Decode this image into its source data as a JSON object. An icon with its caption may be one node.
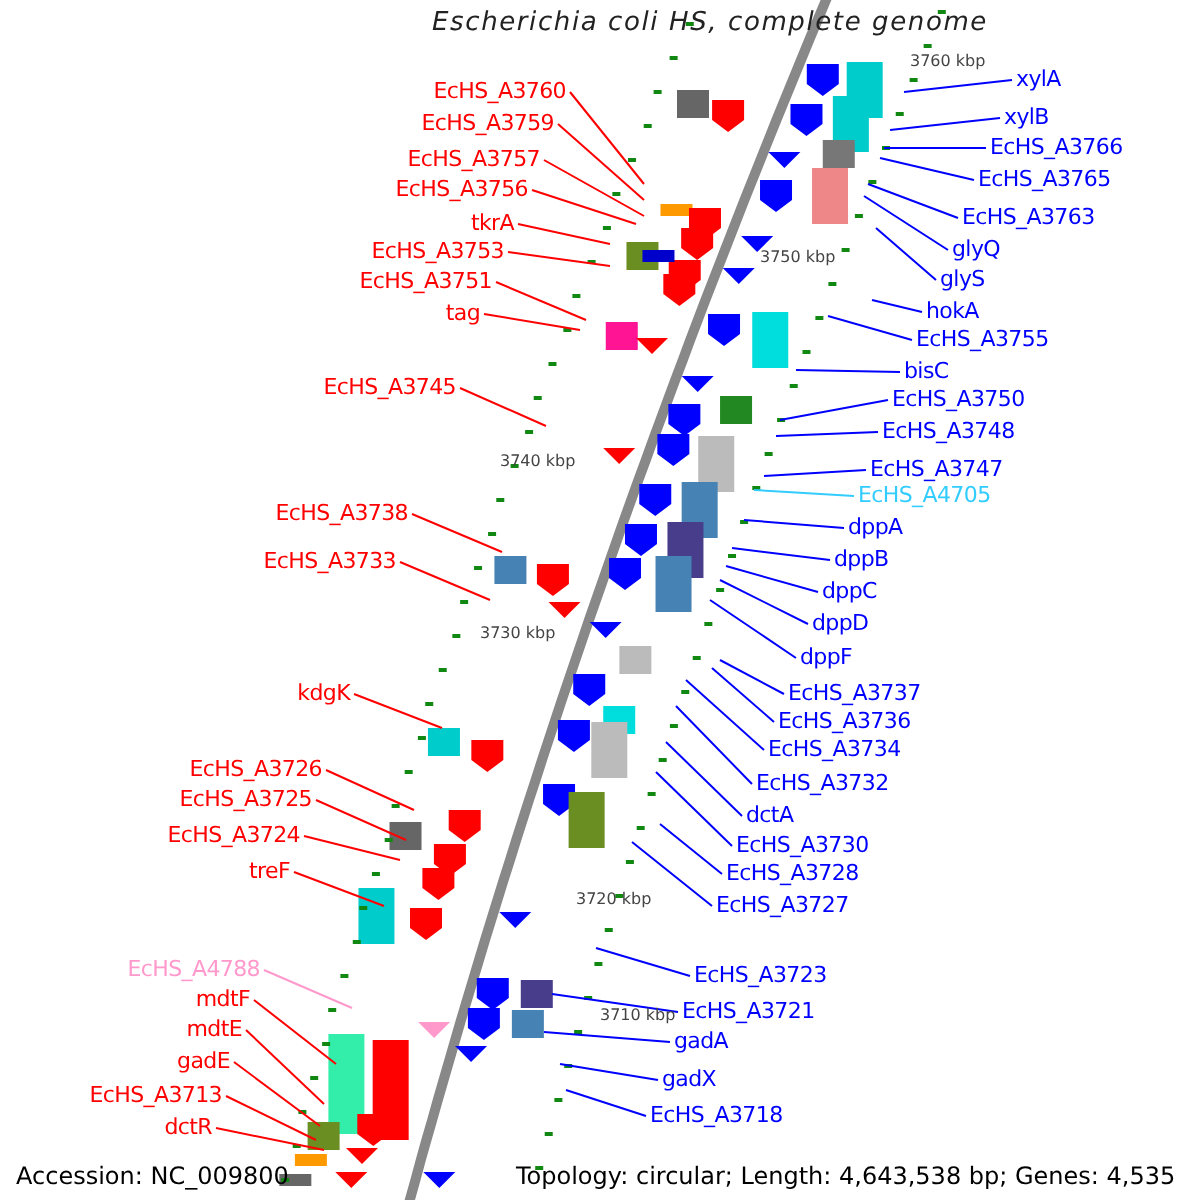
{
  "diagram": {
    "title": "Escherichia coli HS, complete genome",
    "nodes": [
      {
        "text": [
          "EcHS_A3760"
        ]
      },
      {
        "text": [
          "EcHS_A3759"
        ]
      },
      {
        "text": [
          "EcHS_A3757"
        ]
      },
      {
        "text": [
          "EcHS_A3756"
        ]
      },
      {
        "text": [
          "tkrA"
        ]
      },
      {
        "text": [
          "EcHS_A3753"
        ]
      },
      {
        "text": [
          "EcHS_A3751"
        ]
      },
      {
        "text": [
          "tag"
        ]
      },
      {
        "text": [
          "EcHS_A3745"
        ]
      },
      {
        "text": [
          "EcHS_A3738"
        ]
      },
      {
        "text": [
          "EcHS_A3733"
        ]
      },
      {
        "text": [
          "kdgK"
        ]
      },
      {
        "text": [
          "EcHS_A3726"
        ]
      },
      {
        "text": [
          "EcHS_A3725"
        ]
      },
      {
        "text": [
          "EcHS_A3724"
        ]
      },
      {
        "text": [
          "treF"
        ]
      },
      {
        "text": [
          "EcHS_A4788"
        ]
      },
      {
        "text": [
          "mdtF"
        ]
      },
      {
        "text": [
          "mdtE"
        ]
      },
      {
        "text": [
          "gadE"
        ]
      },
      {
        "text": [
          "EcHS_A3713"
        ]
      },
      {
        "text": [
          "dctR"
        ]
      },
      {
        "text": [
          "xylA"
        ]
      },
      {
        "text": [
          "xylB"
        ]
      },
      {
        "text": [
          "EcHS_A3766"
        ]
      },
      {
        "text": [
          "EcHS_A3765"
        ]
      },
      {
        "text": [
          "EcHS_A3763"
        ]
      },
      {
        "text": [
          "glyQ"
        ]
      },
      {
        "text": [
          "glyS"
        ]
      },
      {
        "text": [
          "hokA"
        ]
      },
      {
        "text": [
          "EcHS_A3755"
        ]
      },
      {
        "text": [
          "bisC"
        ]
      },
      {
        "text": [
          "EcHS_A3750"
        ]
      },
      {
        "text": [
          "EcHS_A3748"
        ]
      },
      {
        "text": [
          "EcHS_A3747"
        ]
      },
      {
        "text": [
          "EcHS_A4705"
        ]
      },
      {
        "text": [
          "dppA"
        ]
      },
      {
        "text": [
          "dppB"
        ]
      },
      {
        "text": [
          "dppC"
        ]
      },
      {
        "text": [
          "dppD"
        ]
      },
      {
        "text": [
          "dppF"
        ]
      },
      {
        "text": [
          "EcHS_A3737"
        ]
      },
      {
        "text": [
          "EcHS_A3736"
        ]
      },
      {
        "text": [
          "EcHS_A3734"
        ]
      },
      {
        "text": [
          "EcHS_A3732"
        ]
      },
      {
        "text": [
          "dctA"
        ]
      },
      {
        "text": [
          "EcHS_A3730"
        ]
      },
      {
        "text": [
          "EcHS_A3728"
        ]
      },
      {
        "text": [
          "EcHS_A3727"
        ]
      },
      {
        "text": [
          "EcHS_A3723"
        ]
      },
      {
        "text": [
          "EcHS_A3721"
        ]
      },
      {
        "text": [
          "gadA"
        ]
      },
      {
        "text": [
          "gadX"
        ]
      },
      {
        "text": [
          "EcHS_A3718"
        ]
      }
    ],
    "edges": [
      {
        "from": 0,
        "to": null,
        "arrow": "none",
        "color": "#ff0000"
      },
      {
        "from": 1,
        "to": null,
        "arrow": "none",
        "color": "#ff0000"
      },
      {
        "from": 2,
        "to": null,
        "arrow": "none",
        "color": "#ff0000"
      },
      {
        "from": 3,
        "to": null,
        "arrow": "none",
        "color": "#ff0000"
      },
      {
        "from": 4,
        "to": null,
        "arrow": "none",
        "color": "#ff0000"
      },
      {
        "from": 5,
        "to": null,
        "arrow": "none",
        "color": "#ff0000"
      },
      {
        "from": 6,
        "to": null,
        "arrow": "none",
        "color": "#ff0000"
      },
      {
        "from": 7,
        "to": null,
        "arrow": "none",
        "color": "#ff0000"
      },
      {
        "from": 8,
        "to": null,
        "arrow": "none",
        "color": "#ff0000"
      },
      {
        "from": 9,
        "to": null,
        "arrow": "none",
        "color": "#ff0000"
      },
      {
        "from": 10,
        "to": null,
        "arrow": "none",
        "color": "#ff0000"
      },
      {
        "from": 11,
        "to": null,
        "arrow": "none",
        "color": "#ff0000"
      },
      {
        "from": 12,
        "to": null,
        "arrow": "none",
        "color": "#ff0000"
      },
      {
        "from": 13,
        "to": null,
        "arrow": "none",
        "color": "#ff0000"
      },
      {
        "from": 14,
        "to": null,
        "arrow": "none",
        "color": "#ff0000"
      },
      {
        "from": 15,
        "to": null,
        "arrow": "none",
        "color": "#ff0000"
      },
      {
        "from": 16,
        "to": null,
        "arrow": "none",
        "color": "#ff99cc"
      },
      {
        "from": 17,
        "to": null,
        "arrow": "none",
        "color": "#ff0000"
      },
      {
        "from": 18,
        "to": null,
        "arrow": "none",
        "color": "#ff0000"
      },
      {
        "from": 19,
        "to": null,
        "arrow": "none",
        "color": "#ff0000"
      },
      {
        "from": 20,
        "to": null,
        "arrow": "none",
        "color": "#ff0000"
      },
      {
        "from": 21,
        "to": null,
        "arrow": "none",
        "color": "#ff0000"
      },
      {
        "from": 22,
        "to": null,
        "arrow": "none"
      },
      {
        "from": 23,
        "to": null,
        "arrow": "none"
      },
      {
        "from": 24,
        "to": null,
        "arrow": "none"
      },
      {
        "from": 25,
        "to": null,
        "arrow": "none"
      },
      {
        "from": 26,
        "to": null,
        "arrow": "none"
      },
      {
        "from": 27,
        "to": null,
        "arrow": "none"
      },
      {
        "from": 28,
        "to": null,
        "arrow": "none"
      },
      {
        "from": 29,
        "to": null,
        "arrow": "none"
      },
      {
        "from": 30,
        "to": null,
        "arrow": "none"
      },
      {
        "from": 31,
        "to": null,
        "arrow": "none"
      },
      {
        "from": 32,
        "to": null,
        "arrow": "none"
      },
      {
        "from": 33,
        "to": null,
        "arrow": "none"
      },
      {
        "from": 34,
        "to": null,
        "arrow": "none"
      },
      {
        "from": 35,
        "to": null,
        "arrow": "none",
        "color": "#33ccff"
      },
      {
        "from": 36,
        "to": null,
        "arrow": "none"
      },
      {
        "from": 37,
        "to": null,
        "arrow": "none"
      },
      {
        "from": 38,
        "to": null,
        "arrow": "none"
      },
      {
        "from": 39,
        "to": null,
        "arrow": "none"
      },
      {
        "from": 40,
        "to": null,
        "arrow": "none"
      },
      {
        "from": 41,
        "to": null,
        "arrow": "none"
      },
      {
        "from": 42,
        "to": null,
        "arrow": "none"
      },
      {
        "from": 43,
        "to": null,
        "arrow": "none"
      },
      {
        "from": 44,
        "to": null,
        "arrow": "none"
      },
      {
        "from": 45,
        "to": null,
        "arrow": "none"
      },
      {
        "from": 46,
        "to": null,
        "arrow": "none"
      },
      {
        "from": 47,
        "to": null,
        "arrow": "none"
      },
      {
        "from": 48,
        "to": null,
        "arrow": "none"
      },
      {
        "from": 49,
        "to": null,
        "arrow": "none"
      },
      {
        "from": 50,
        "to": null,
        "arrow": "none"
      },
      {
        "from": 51,
        "to": null,
        "arrow": "none"
      },
      {
        "from": 52,
        "to": null,
        "arrow": "none"
      },
      {
        "from": 53,
        "to": null,
        "arrow": "none"
      }
    ],
    "labels": [
      "3760 kbp",
      "3750 kbp",
      "3740 kbp",
      "3730 kbp",
      "3720 kbp",
      "3710 kbp",
      "Accession: NC_009800",
      "Topology: circular; Length: 4,643,538 bp; Genes: 4,535"
    ]
  }
}
